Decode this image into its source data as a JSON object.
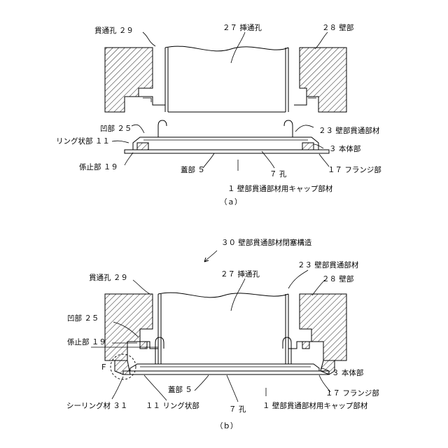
{
  "figure_a": {
    "caption": "（ａ）",
    "labels": {
      "through_hole": "貫通孔 ２９",
      "insertion_hole": "２７ 挿通孔",
      "wall": "２８ 壁部",
      "recess": "凹部 ２５",
      "wall_member": "２３ 壁部貫通部材",
      "ring": "リング状部 １１",
      "body": "３ 本体部",
      "stop": "係止部 １９",
      "lid": "蓋部 ５",
      "hole": "７ 孔",
      "flange": "１７ フランジ部",
      "cap_member": "１ 壁部貫通部材用キャップ部材"
    }
  },
  "figure_b": {
    "caption": "（ｂ）",
    "title": "３０ 壁部貫通部材閉塞構造",
    "labels": {
      "through_hole": "貫通孔 ２９",
      "insertion_hole": "２７ 挿通孔",
      "wall_member": "２３ 壁部貫通部材",
      "wall": "２８ 壁部",
      "recess": "凹部 ２５",
      "stop": "係止部 １９",
      "f_mark": "Ｆ",
      "body": "３ 本体部",
      "lid": "蓋部 ５",
      "flange": "１７ フランジ部",
      "sealing": "シーリング材 ３１",
      "ring": "１１ リング状部",
      "hole": "７ 孔",
      "cap_member": "１ 壁部貫通部材用キャップ部材"
    }
  }
}
